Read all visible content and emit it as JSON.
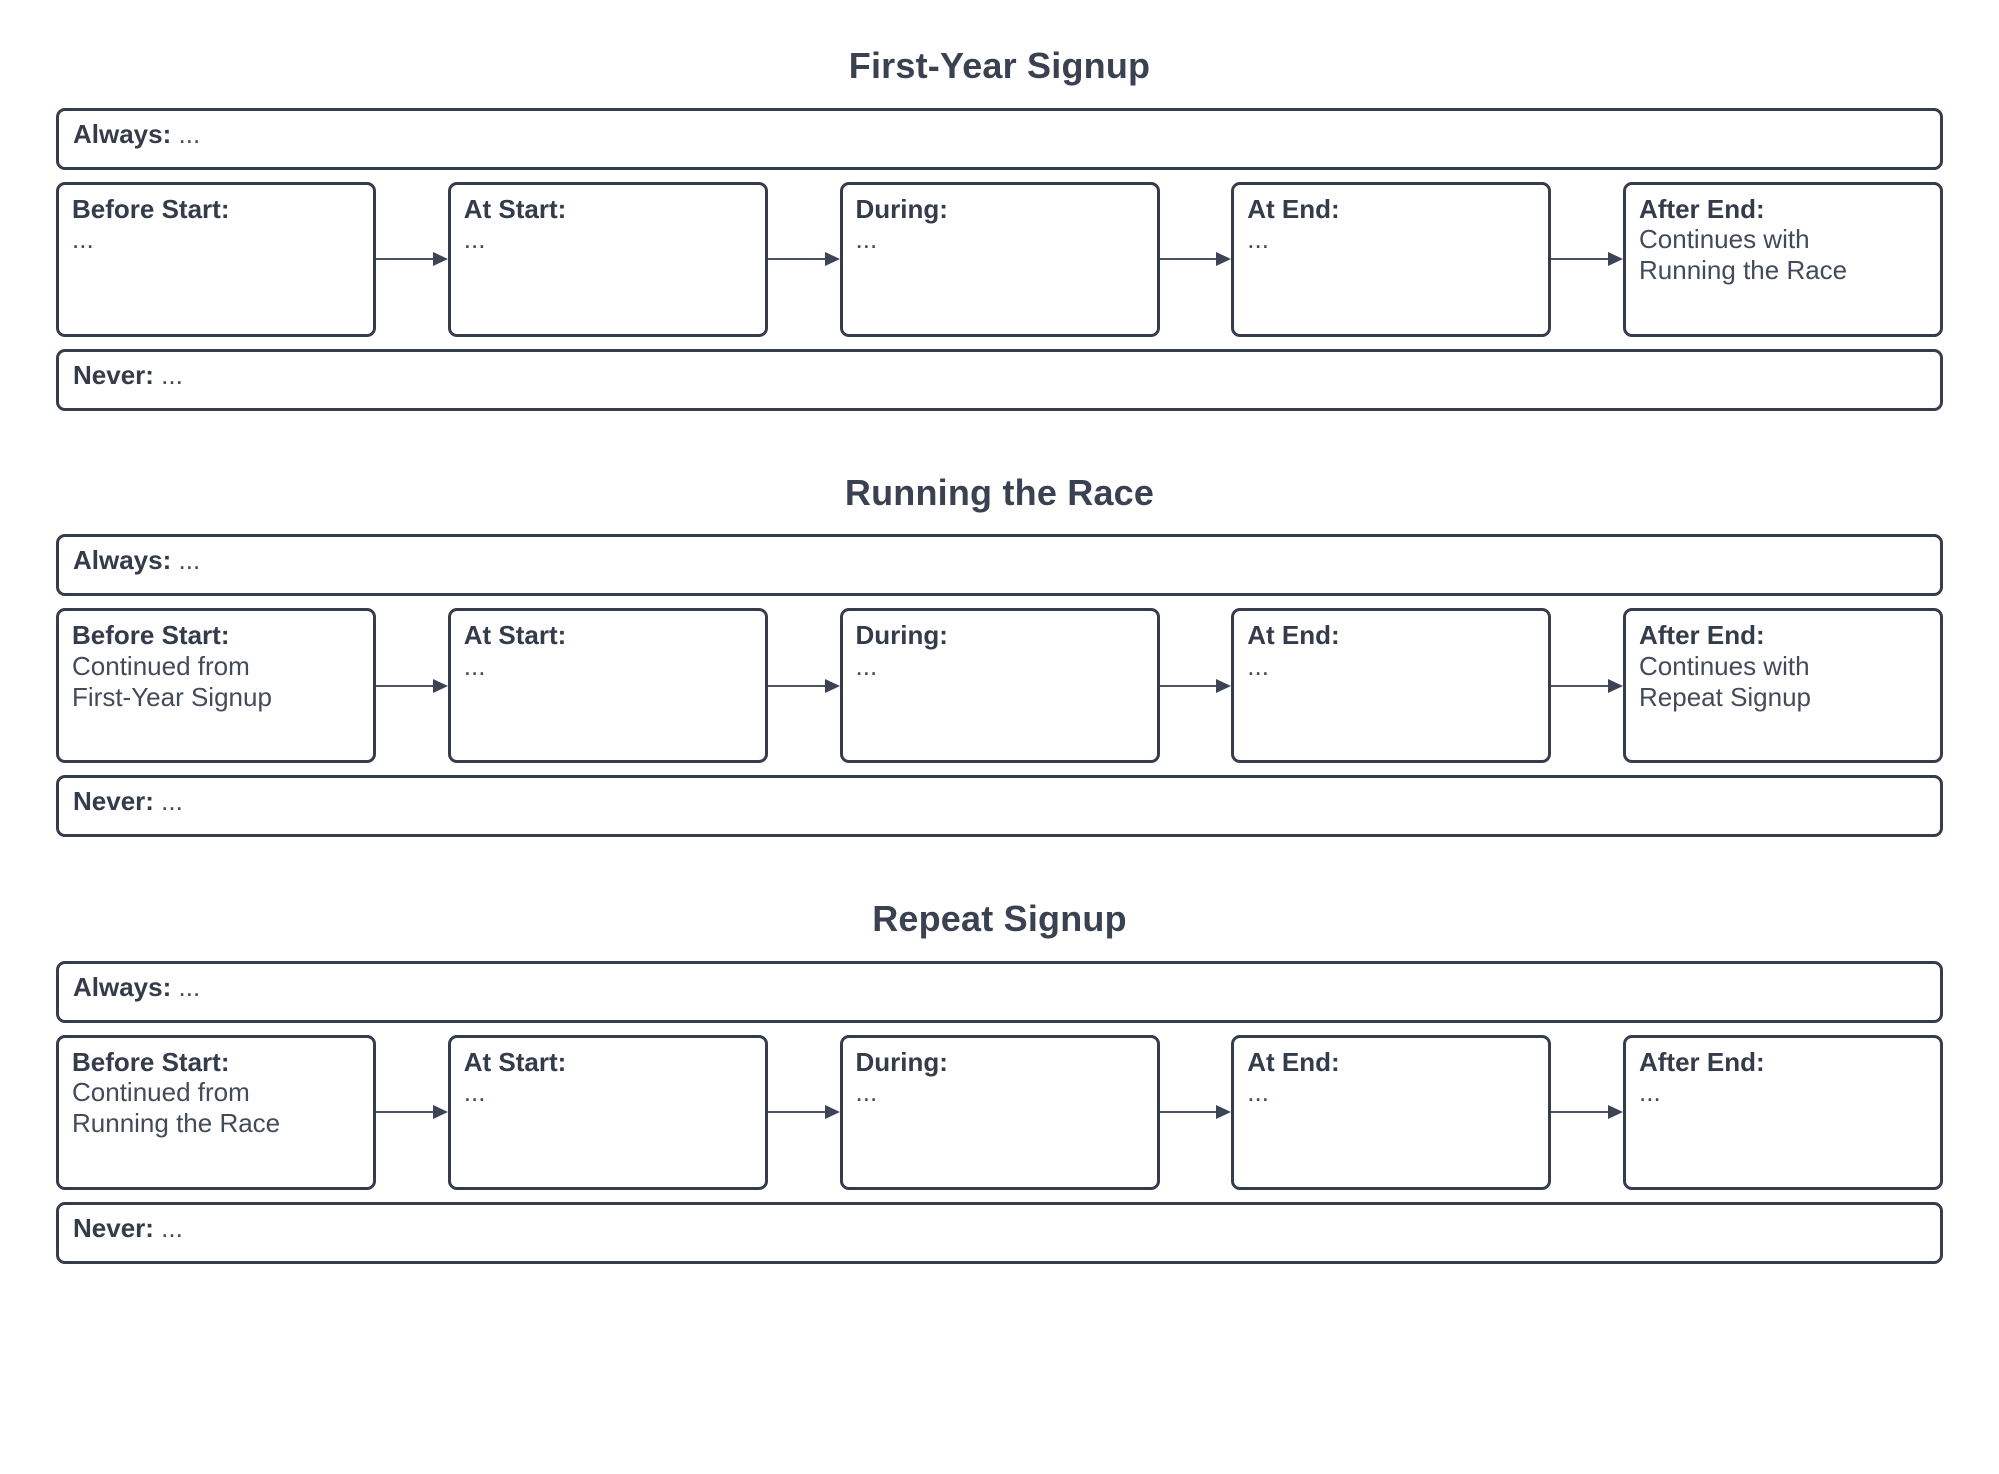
{
  "diagram": {
    "type": "swimlane-stage-flow",
    "arrow_icon": "arrow-right-icon",
    "colors": {
      "border": "#353d4d",
      "text": "#343b4b",
      "value_text": "#434a5a",
      "arrow": "#3b4354",
      "background": "#ffffff"
    },
    "stage_labels": [
      "Before Start:",
      "At Start:",
      "During:",
      "At End:",
      "After End:"
    ],
    "band_labels": {
      "always": "Always:",
      "never": "Never:"
    },
    "placeholder": "...",
    "sections": [
      {
        "title": "First-Year Signup",
        "always": {
          "label": "Always:",
          "value": "..."
        },
        "never": {
          "label": "Never:",
          "value": "..."
        },
        "stages": [
          {
            "label": "Before Start:",
            "value": "..."
          },
          {
            "label": "At Start:",
            "value": "..."
          },
          {
            "label": "During:",
            "value": "..."
          },
          {
            "label": "At End:",
            "value": "..."
          },
          {
            "label": "After End:",
            "value": "Continues with\nRunning the Race"
          }
        ]
      },
      {
        "title": "Running the Race",
        "always": {
          "label": "Always:",
          "value": "..."
        },
        "never": {
          "label": "Never:",
          "value": "..."
        },
        "stages": [
          {
            "label": "Before Start:",
            "value": "Continued from\nFirst-Year Signup"
          },
          {
            "label": "At Start:",
            "value": "..."
          },
          {
            "label": "During:",
            "value": "..."
          },
          {
            "label": "At End:",
            "value": "..."
          },
          {
            "label": "After End:",
            "value": "Continues with\nRepeat Signup"
          }
        ]
      },
      {
        "title": "Repeat Signup",
        "always": {
          "label": "Always:",
          "value": "..."
        },
        "never": {
          "label": "Never:",
          "value": "..."
        },
        "stages": [
          {
            "label": "Before Start:",
            "value": "Continued from\nRunning the Race"
          },
          {
            "label": "At Start:",
            "value": "..."
          },
          {
            "label": "During:",
            "value": "..."
          },
          {
            "label": "At End:",
            "value": "..."
          },
          {
            "label": "After End:",
            "value": "..."
          }
        ]
      }
    ]
  }
}
